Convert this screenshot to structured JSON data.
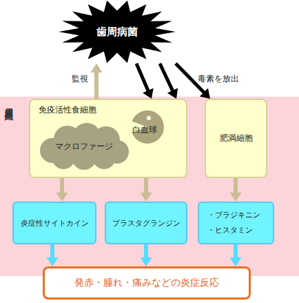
{
  "diagram": {
    "nodes": [
      {
        "text": [
          "歯周病菌"
        ]
      },
      {
        "text": [
          "歯周組織"
        ]
      },
      {
        "text": [
          "免疫活性食細胞"
        ],
        "in": 1
      },
      {
        "text": [
          "マクロファージ"
        ],
        "in": 2
      },
      {
        "text": [
          "白血球"
        ],
        "in": 2
      },
      {
        "text": [
          "肥満細胞"
        ],
        "in": 1
      },
      {
        "text": [
          "炎症性サイトカイン"
        ],
        "in": 1
      },
      {
        "text": [
          "プラスタグランジン"
        ],
        "in": 1
      },
      {
        "text": [
          "・ブラジキニン",
          "・ヒスタミン"
        ],
        "in": 1
      },
      {
        "text": [
          "発赤・腫れ・痛みなどの炎症反応"
        ]
      }
    ],
    "edges": [
      {
        "from": 2,
        "to": 0,
        "label": "監視",
        "arrow": "to"
      },
      {
        "from": 0,
        "to": 2,
        "arrow": "to"
      },
      {
        "from": 0,
        "to": 2,
        "arrow": "to"
      },
      {
        "from": 0,
        "to": 5,
        "arrow": "to"
      },
      {
        "from": 2,
        "to": 6,
        "arrow": "to"
      },
      {
        "from": 2,
        "to": 7,
        "arrow": "to"
      },
      {
        "from": 5,
        "to": 8,
        "arrow": "to"
      },
      {
        "from": 6,
        "to": 9,
        "arrow": "to"
      },
      {
        "from": 7,
        "to": 9,
        "arrow": "to"
      },
      {
        "from": 8,
        "to": 9,
        "arrow": "to"
      }
    ],
    "labels": [
      "毒素を放出"
    ]
  }
}
